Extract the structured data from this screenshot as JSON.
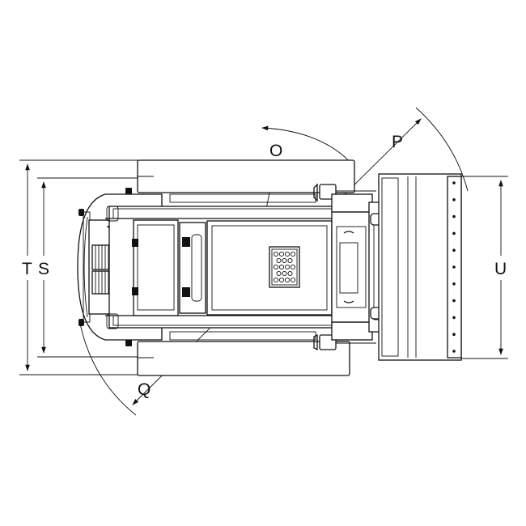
{
  "diagram": {
    "title": "",
    "labels": {
      "O": "O",
      "P": "P",
      "Q": "Q",
      "S": "S",
      "T": "T",
      "U": "U"
    },
    "line_color": "#111111",
    "background": "#ffffff"
  }
}
